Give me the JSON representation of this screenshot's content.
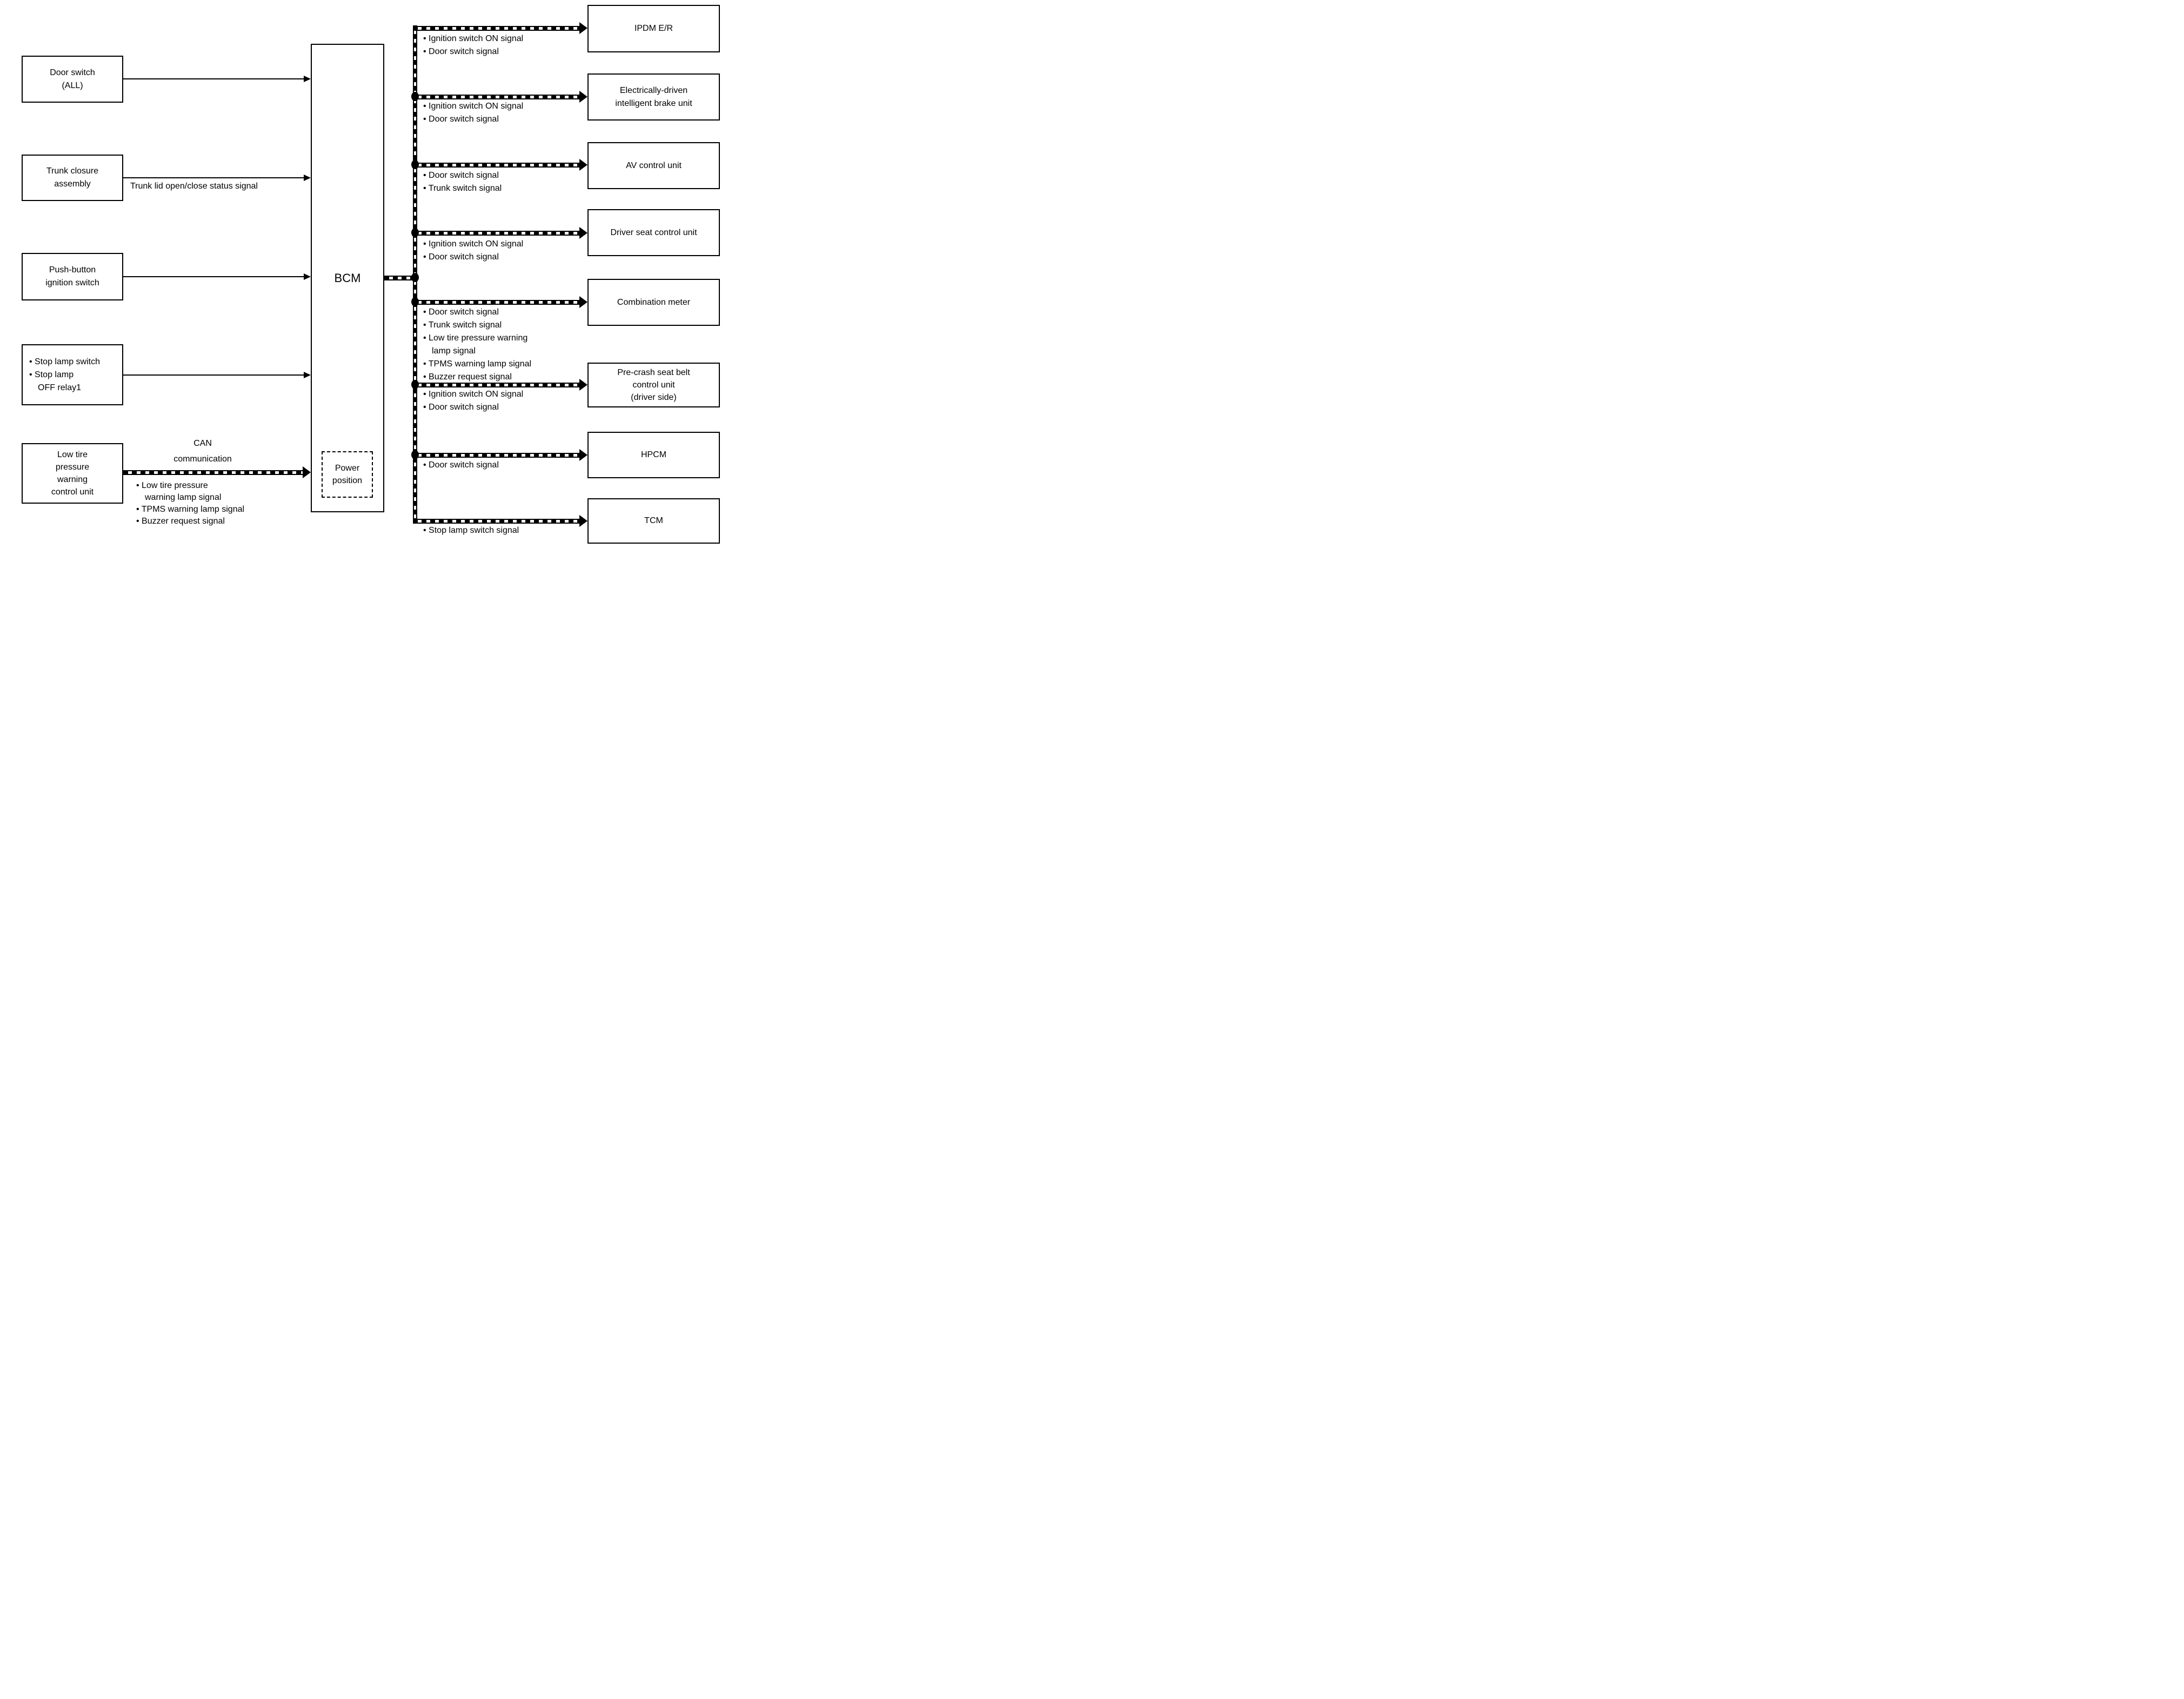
{
  "diagram": {
    "colors": {
      "line": "#000000",
      "background": "#ffffff"
    },
    "center_unit": {
      "label": "BCM",
      "power_position": [
        "Power",
        "position"
      ]
    },
    "left_units": [
      {
        "id": "door-switch",
        "lines": [
          "Door switch",
          "(ALL)"
        ]
      },
      {
        "id": "trunk-closure-assembly",
        "lines": [
          "Trunk closure",
          "assembly"
        ]
      },
      {
        "id": "push-button-ignition-switch",
        "lines": [
          "Push-button",
          "ignition switch"
        ]
      },
      {
        "id": "stop-lamp",
        "lines": [
          "• Stop lamp switch",
          "• Stop lamp",
          "OFF relay1"
        ]
      },
      {
        "id": "low-tire-pressure-warning-control-unit",
        "lines": [
          "Low tire",
          "pressure",
          "warning",
          "control unit"
        ]
      }
    ],
    "trunk_signal_label": "Trunk lid open/close status signal",
    "can_label": [
      "CAN",
      "communication"
    ],
    "can_signals": [
      "• Low tire pressure",
      "warning lamp signal",
      "• TPMS warning lamp signal",
      "• Buzzer request signal"
    ],
    "right_units": [
      {
        "name": [
          "IPDM E/R"
        ],
        "signals": [
          "• Ignition switch ON signal",
          "• Door switch signal"
        ]
      },
      {
        "name": [
          "Electrically-driven",
          "intelligent brake unit"
        ],
        "signals": [
          "• Ignition switch ON signal",
          "• Door switch signal"
        ]
      },
      {
        "name": [
          "AV control unit"
        ],
        "signals": [
          "• Door switch signal",
          "• Trunk switch signal"
        ]
      },
      {
        "name": [
          "Driver seat control unit"
        ],
        "signals": [
          "• Ignition switch ON signal",
          "• Door switch signal"
        ]
      },
      {
        "name": [
          "Combination meter"
        ],
        "signals": [
          "• Door switch signal",
          "• Trunk switch signal",
          "• Low tire pressure warning",
          "lamp signal",
          "• TPMS warning lamp signal",
          "• Buzzer request signal"
        ]
      },
      {
        "name": [
          "Pre-crash seat belt",
          "control unit",
          "(driver side)"
        ],
        "signals": [
          "• Ignition switch ON signal",
          "• Door switch signal"
        ]
      },
      {
        "name": [
          "HPCM"
        ],
        "signals": [
          "• Door switch signal"
        ]
      },
      {
        "name": [
          "TCM"
        ],
        "signals": [
          "• Stop lamp switch signal"
        ]
      }
    ]
  }
}
